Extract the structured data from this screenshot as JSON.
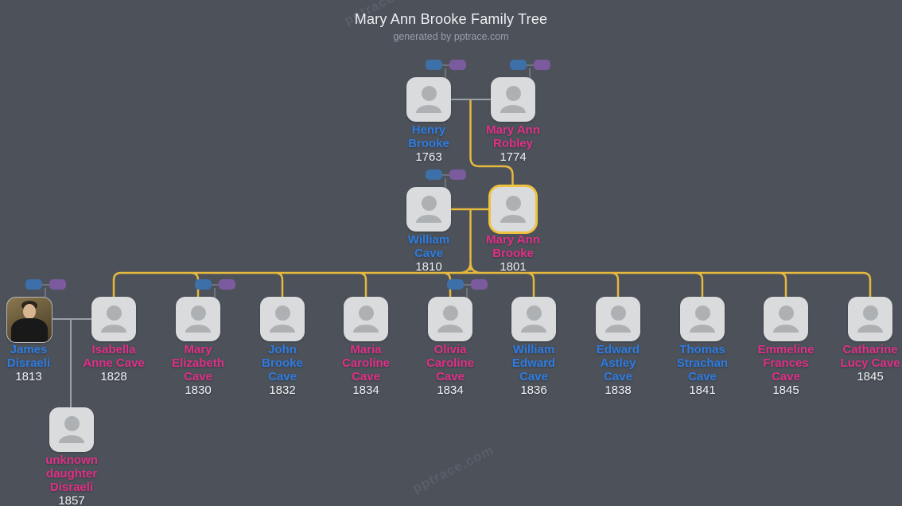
{
  "page": {
    "title": "Mary Ann Brooke Family Tree",
    "subtitle": "generated by pptrace.com",
    "watermark": "pptrace.com"
  },
  "colors": {
    "background": "#4c515a",
    "card": "#dadbdc",
    "avatar_silhouette": "#aeb1b4",
    "male_name": "#2e7ce1",
    "female_name": "#e03087",
    "year_text": "#f2f3f5",
    "descent_line": "#e5b83e",
    "marriage_line": "#9ba1a9",
    "pill_father": "#3d70a8",
    "pill_mother": "#7c5a9e",
    "selected_border": "#efc241"
  },
  "icons": {
    "avatar": "person-silhouette",
    "pills": "collapsed-relatives-pills (blue=male, purple=female)"
  },
  "people": [
    {
      "name": "Henry Brooke",
      "year": "1763",
      "gender": "male"
    },
    {
      "name": "Mary Ann Robley",
      "year": "1774",
      "gender": "female"
    },
    {
      "name": "William Cave",
      "year": "1810",
      "gender": "male"
    },
    {
      "name": "Mary Ann Brooke",
      "year": "1801",
      "gender": "female",
      "selected": true
    },
    {
      "name": "James Disraeli",
      "year": "1813",
      "gender": "male",
      "has_photo": true
    },
    {
      "name": "Isabella Anne Cave",
      "year": "1828",
      "gender": "female"
    },
    {
      "name": "Mary Elizabeth Cave",
      "year": "1830",
      "gender": "female"
    },
    {
      "name": "John Brooke Cave",
      "year": "1832",
      "gender": "male"
    },
    {
      "name": "Maria Caroline Cave",
      "year": "1834",
      "gender": "female"
    },
    {
      "name": "Olivia Caroline Cave",
      "year": "1834",
      "gender": "female"
    },
    {
      "name": "William Edward Cave",
      "year": "1836",
      "gender": "male"
    },
    {
      "name": "Edward Astley Cave",
      "year": "1838",
      "gender": "male"
    },
    {
      "name": "Thomas Strachan Cave",
      "year": "1841",
      "gender": "male"
    },
    {
      "name": "Emmeline Frances Cave",
      "year": "1845",
      "gender": "female"
    },
    {
      "name": "Catharine Lucy Cave",
      "year": "1845",
      "gender": "female"
    },
    {
      "name": "unknown daughter Disraeli",
      "year": "1857",
      "gender": "female"
    }
  ]
}
